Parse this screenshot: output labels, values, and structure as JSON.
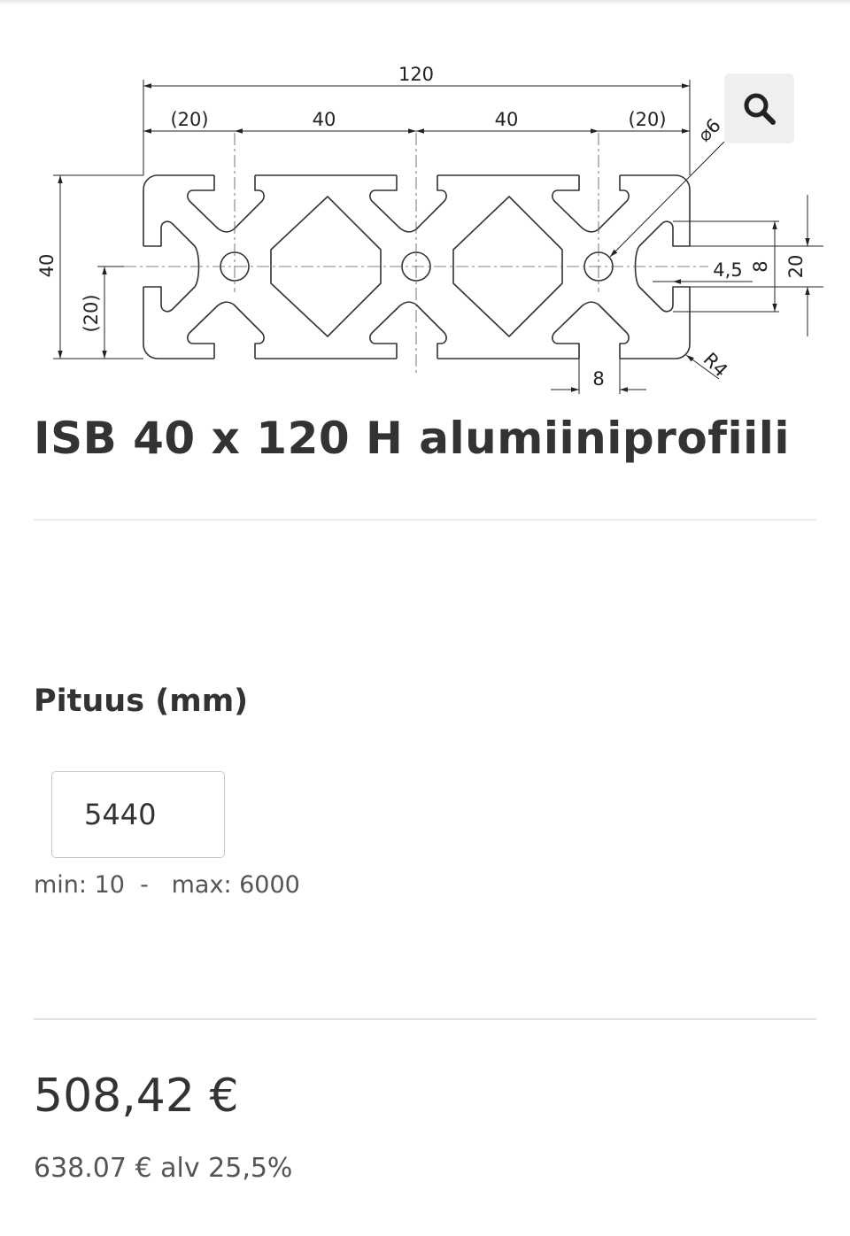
{
  "drawing": {
    "dim_overall_width": "120",
    "dim_end_left": "(20)",
    "dim_center_left": "40",
    "dim_center_right": "40",
    "dim_end_right": "(20)",
    "dim_height": "40",
    "dim_half_height": "(20)",
    "dim_hole_diameter": "⌀6",
    "dim_slot_depth": "4,5",
    "dim_slot_width_vertical": "8",
    "dim_side_height": "20",
    "dim_slot_width_bottom": "8",
    "dim_radius": "R4"
  },
  "zoom_icon": "search-icon",
  "product": {
    "title": "ISB 40 x 120 H alumiiniprofiili"
  },
  "length": {
    "label": "Pituus (mm)",
    "value": "5440",
    "min_text": "min: 10",
    "separator": "-",
    "max_text": "max: 6000"
  },
  "price": {
    "main": "508,42 €",
    "vat_text": "638.07 € alv 25,5%"
  },
  "colors": {
    "text": "#333333",
    "muted": "#555555",
    "button_bg": "#efefef",
    "divider": "#ececec"
  }
}
